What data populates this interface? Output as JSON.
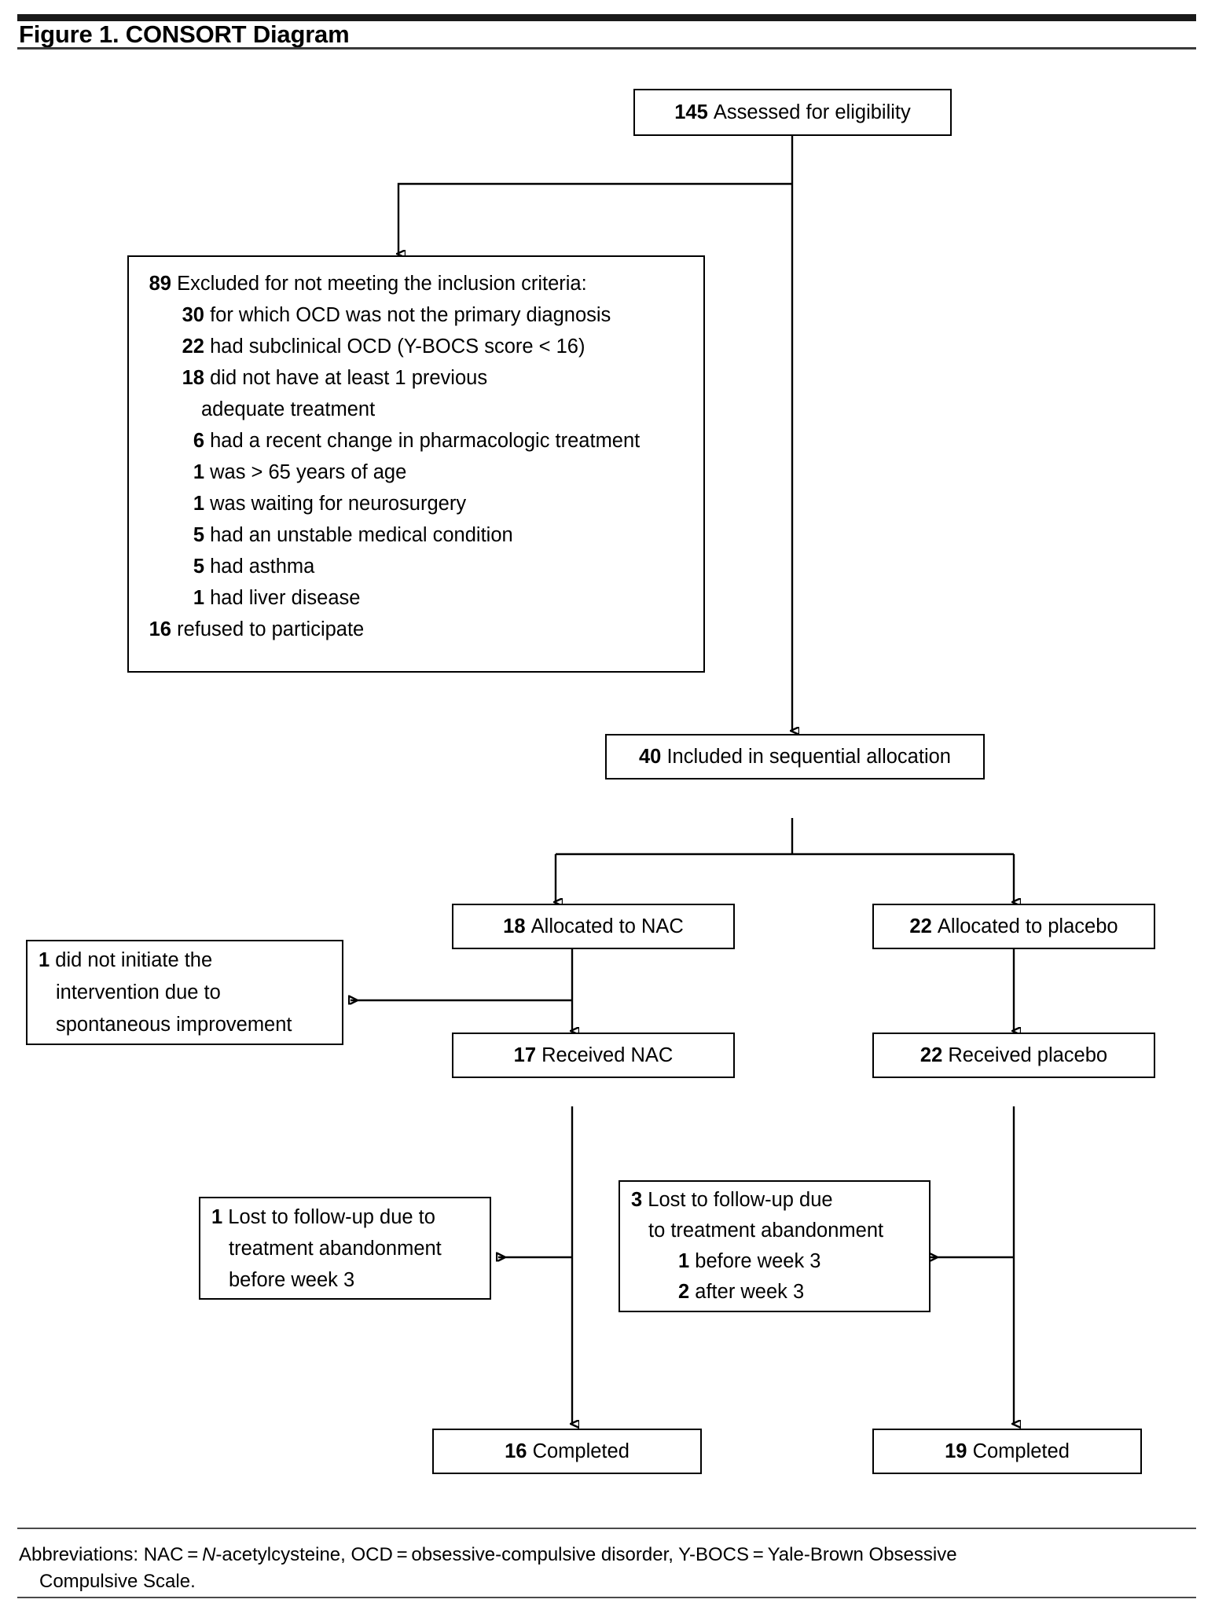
{
  "figure": {
    "title": "Figure 1. CONSORT Diagram"
  },
  "nodes": {
    "assessed": {
      "count": "145",
      "label": "Assessed for eligibility"
    },
    "included": {
      "count": "40",
      "label": "Included in sequential allocation"
    },
    "alloc_nac": {
      "count": "18",
      "label": "Allocated to NAC"
    },
    "alloc_placebo": {
      "count": "22",
      "label": "Allocated to placebo"
    },
    "received_nac": {
      "count": "17",
      "label": "Received NAC"
    },
    "received_placebo": {
      "count": "22",
      "label": "Received placebo"
    },
    "completed_nac": {
      "count": "16",
      "label": "Completed"
    },
    "completed_placebo": {
      "count": "19",
      "label": "Completed"
    }
  },
  "excluded_box": {
    "heading_count": "89",
    "heading_label": "Excluded for not meeting the inclusion criteria:",
    "reasons": [
      {
        "count": "30",
        "text": "for which OCD was not the primary diagnosis"
      },
      {
        "count": "22",
        "text": "had subclinical OCD (Y-BOCS score < 16)"
      },
      {
        "count": "18",
        "text": "did not have at least 1 previous"
      },
      {
        "count": "",
        "text": "adequate treatment",
        "continuation": true
      },
      {
        "count": "6",
        "text": "had a recent change in pharmacologic treatment"
      },
      {
        "count": "1",
        "text": "was > 65 years of age"
      },
      {
        "count": "1",
        "text": "was waiting for neurosurgery"
      },
      {
        "count": "5",
        "text": "had an unstable medical condition"
      },
      {
        "count": "5",
        "text": "had asthma"
      },
      {
        "count": "1",
        "text": "had liver disease"
      }
    ],
    "footer_count": "16",
    "footer_label": "refused to participate"
  },
  "not_initiated_box": {
    "count": "1",
    "lines": [
      "did not initiate the",
      "intervention due to",
      "spontaneous improvement"
    ]
  },
  "lost_nac_box": {
    "count": "1",
    "lines": [
      "Lost to follow-up due to",
      "treatment abandonment",
      "before week 3"
    ]
  },
  "lost_placebo_box": {
    "count": "3",
    "line1": "Lost to follow-up due",
    "line2": "to treatment abandonment",
    "sub": [
      {
        "count": "1",
        "text": "before week 3"
      },
      {
        "count": "2",
        "text": "after week 3"
      }
    ]
  },
  "footnote": {
    "lead": "Abbreviations: NAC = ",
    "italic_n": "N",
    "rest1": "-acetylcysteine, OCD = obsessive-compulsive disorder, Y-BOCS = Yale-Brown Obsessive",
    "line2": "Compulsive Scale."
  }
}
